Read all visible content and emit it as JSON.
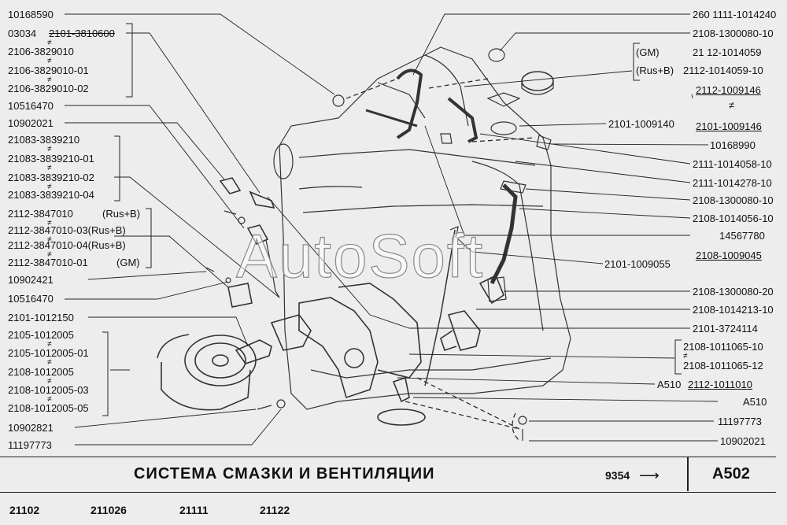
{
  "watermark": "AutoSoft",
  "title": "СИСТЕМА СМАЗКИ И ВЕНТИЛЯЦИИ",
  "sheet_number": "9354",
  "sheet_arrow": "⟶",
  "section_code": "A502",
  "models": [
    "21102",
    "211026",
    "21111",
    "21122"
  ],
  "left_labels": {
    "l1": "10168590",
    "l2a": "03034",
    "l2b": "2101-3810600",
    "l3": "2106-3829010",
    "l4": "2106-3829010-01",
    "l5": "2106-3829010-02",
    "l6": "10516470",
    "l7": "10902021",
    "l8": "21083-3839210",
    "l9": "21083-3839210-01",
    "l10": "21083-3839210-02",
    "l11": "21083-3839210-04",
    "l12a": "2112-3847010",
    "l12b": "(Rus+B)",
    "l13": "2112-3847010-03(Rus+B)",
    "l14": "2112-3847010-04(Rus+B)",
    "l15a": "2112-3847010-01",
    "l15b": "(GM)",
    "l16": "10902421",
    "l17": "10516470",
    "l18": "2101-1012150",
    "l19": "2105-1012005",
    "l20": "2105-1012005-01",
    "l21": "2108-1012005",
    "l22": "2108-1012005-03",
    "l23": "2108-1012005-05",
    "l24": "10902821",
    "l25": "11197773"
  },
  "right_labels": {
    "r1": "260  1111-1014240",
    "r2": "2108-1300080-10",
    "r3a": "(GM)",
    "r3b": "21 12-1014059",
    "r4a": "(Rus+B)",
    "r4b": "2112-1014059-10",
    "r5": "2112-1009146",
    "r6a": "2101-1009140",
    "r6b": "2101-1009146",
    "r7": "10168990",
    "r8": "2111-1014058-10",
    "r9": "2111-1014278-10",
    "r10": "2108-1300080-10",
    "r11": "2108-1014056-10",
    "r12": "14567780",
    "r13a": "2101-1009055",
    "r13b": "2108-1009045",
    "r14": "2108-1300080-20",
    "r15": "2108-1014213-10",
    "r16": "2101-3724114",
    "r17": "2108-1011065-10",
    "r18": "2108-1011065-12",
    "r19a": "A510",
    "r19b": "2112-1011010",
    "r20": "A510",
    "r21": "11197773",
    "r22": "10902021"
  },
  "neq_symbol": "≠"
}
